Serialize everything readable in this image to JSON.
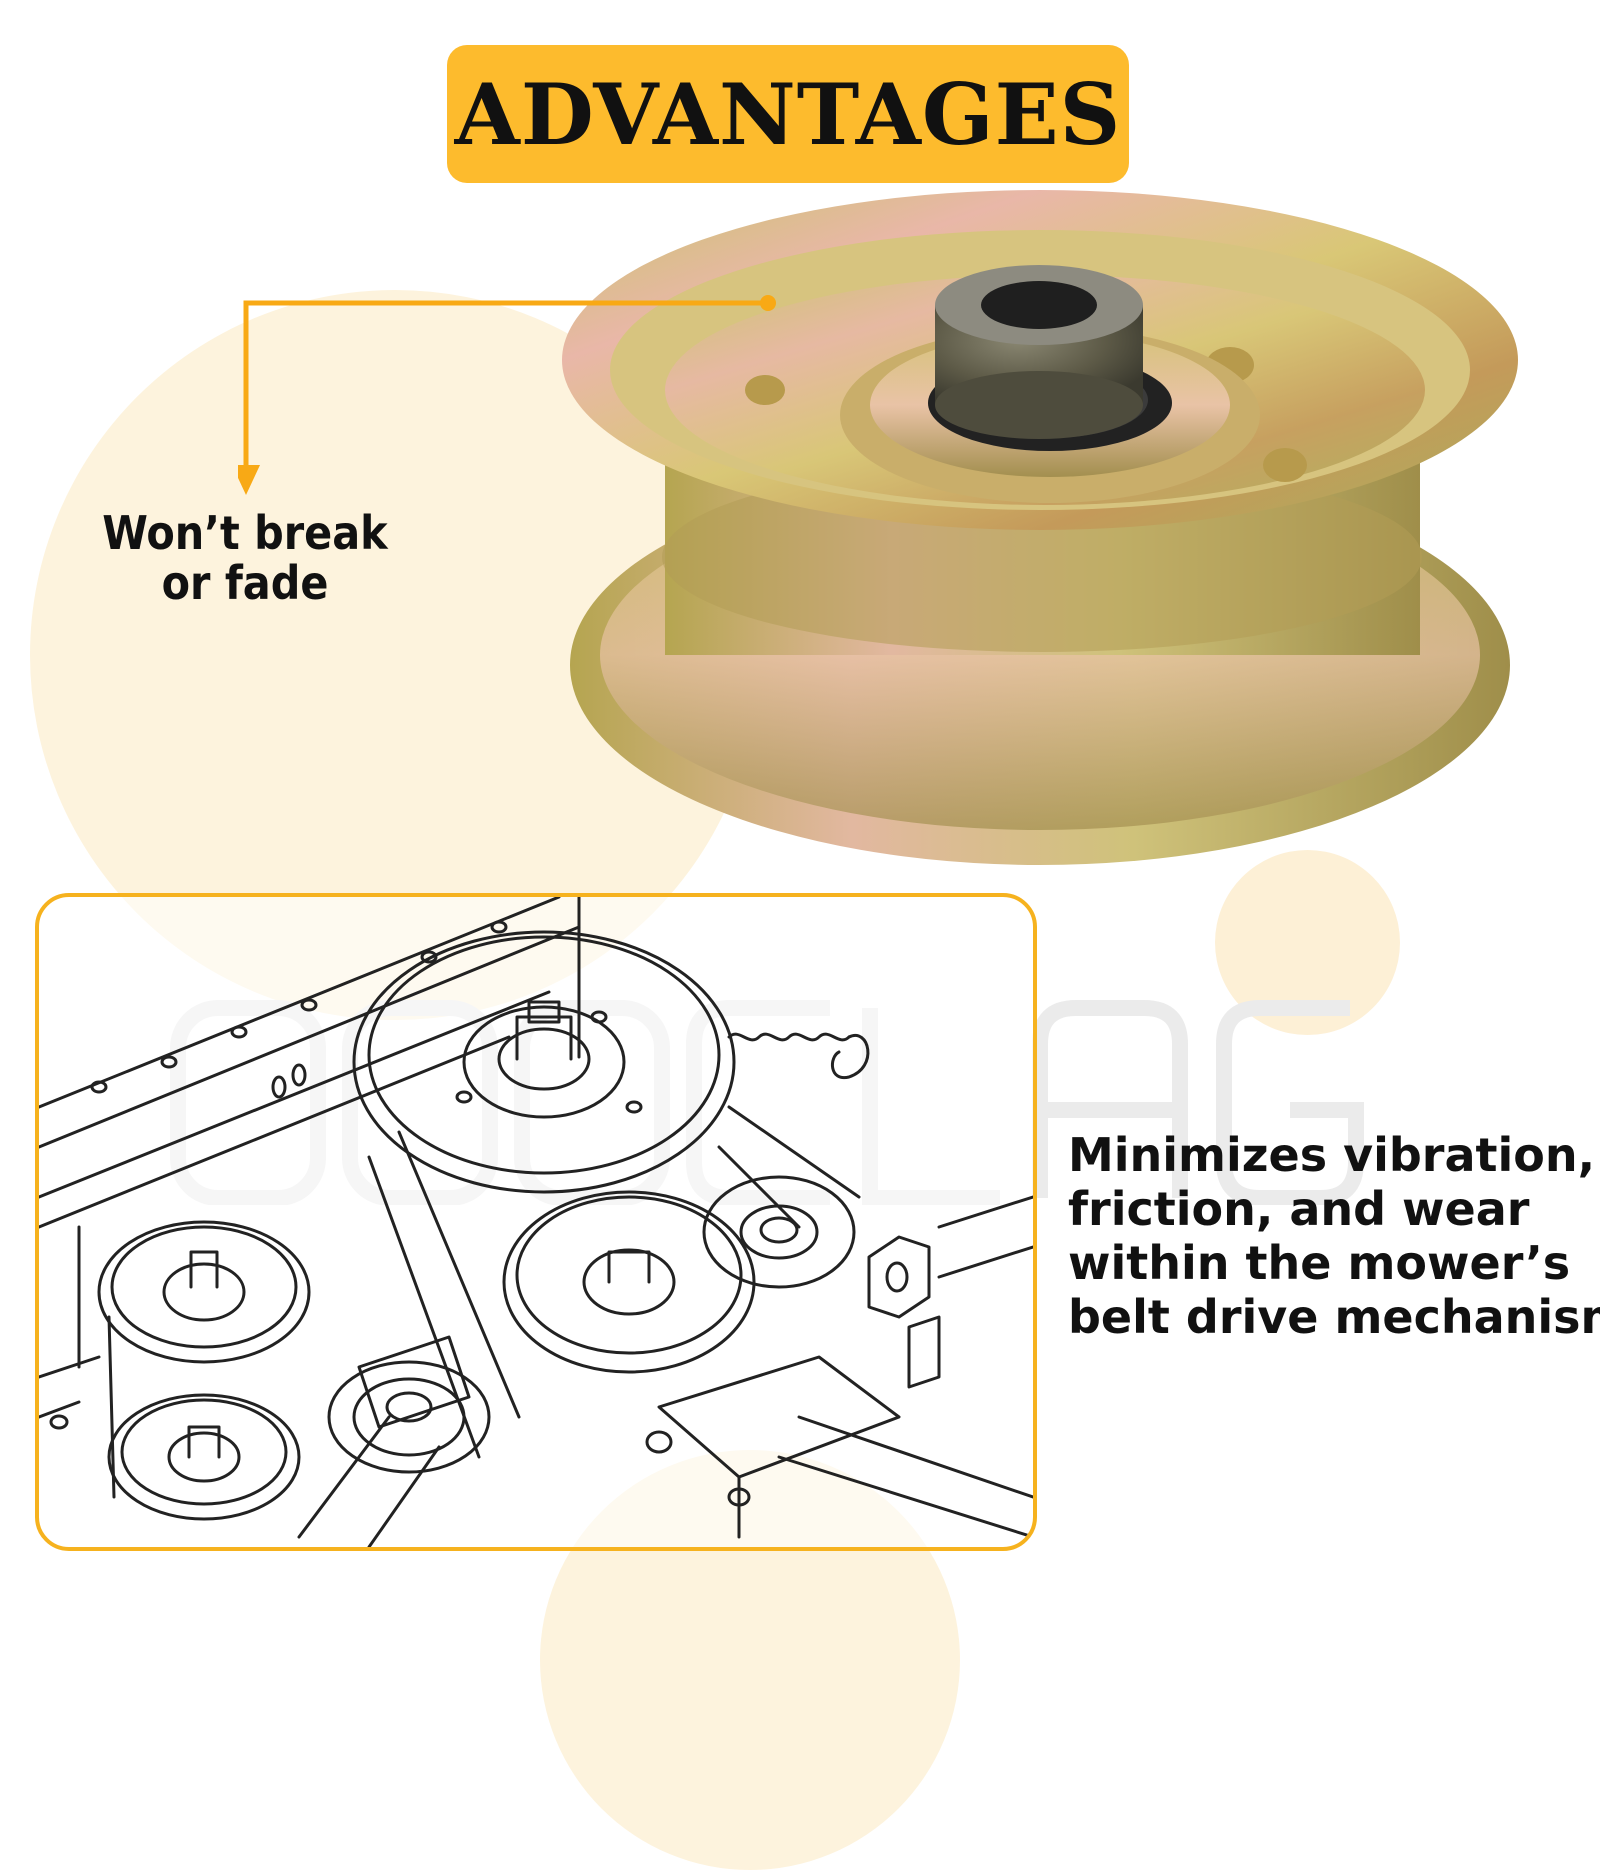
{
  "title": "ADVANTAGES",
  "features": [
    {
      "lines": [
        "Won’t break",
        "or fade"
      ]
    },
    {
      "lines": [
        "Minimizes vibration,",
        "friction, and wear",
        "within the mower’s",
        "belt drive mechanism"
      ]
    }
  ],
  "colors": {
    "accent": "#fdbb2d",
    "frame": "#f6b21e",
    "callout_line": "#f8a915",
    "background_circle": "#fdf3dd"
  },
  "icons": [
    "pulley-product-photo",
    "belt-drive-diagram",
    "callout-arrow"
  ]
}
